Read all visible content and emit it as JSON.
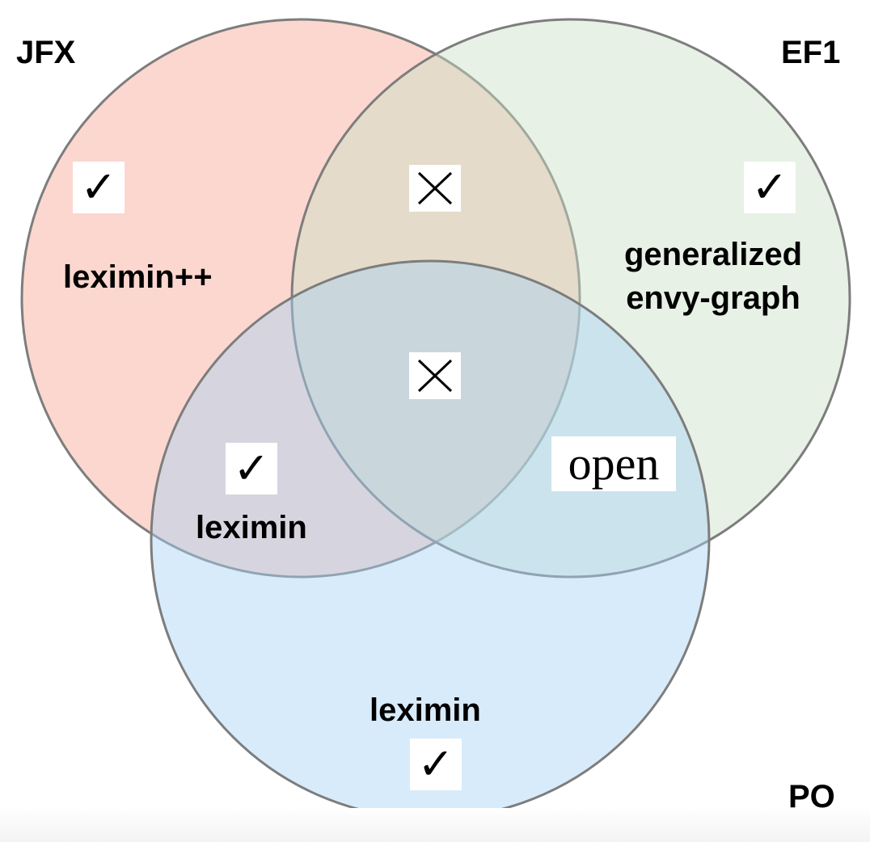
{
  "sets": {
    "jfx": {
      "label": "JFX",
      "fill": "#f6a694",
      "stroke": "#7d7d7d"
    },
    "ef1": {
      "label": "EF1",
      "fill": "#c9e1c6",
      "stroke": "#7d7d7d"
    },
    "po": {
      "label": "PO",
      "fill": "#a9d3f5",
      "stroke": "#7d7d7d"
    }
  },
  "regions": {
    "jfx_only": {
      "label": "leximin++",
      "mark": "check"
    },
    "ef1_only": {
      "label_line1": "generalized",
      "label_line2": "envy-graph",
      "mark": "check"
    },
    "po_only": {
      "label": "leximin",
      "mark": "check"
    },
    "jfx_po": {
      "label": "leximin",
      "mark": "check"
    },
    "jfx_ef1": {
      "mark": "cross"
    },
    "center": {
      "mark": "cross"
    },
    "ef1_po": {
      "label": "open"
    }
  },
  "icons": {
    "check": "check-icon",
    "cross": "cross-icon",
    "check_glyph": "✓"
  }
}
